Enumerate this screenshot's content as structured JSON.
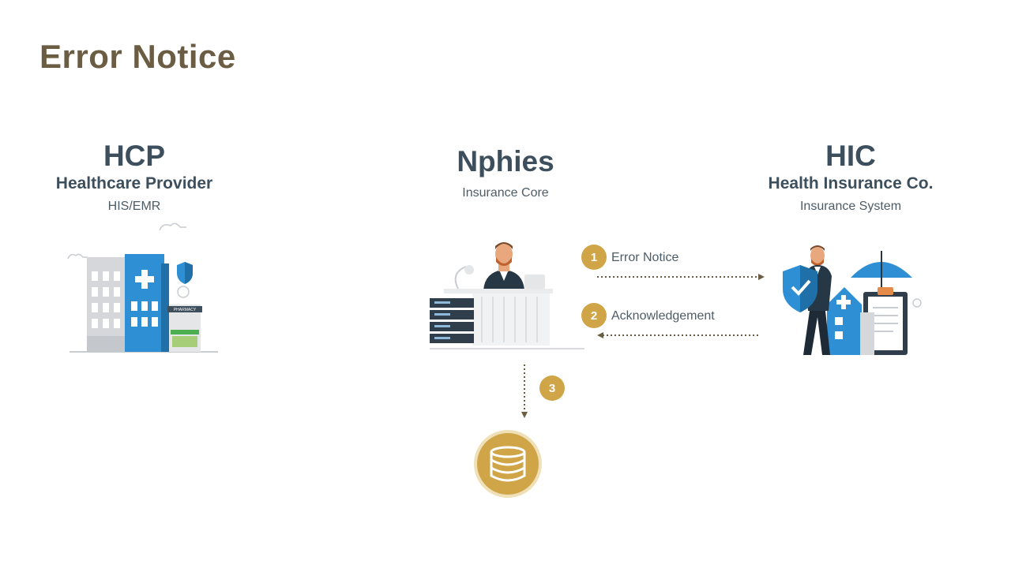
{
  "page": {
    "title": "Error Notice"
  },
  "hcp": {
    "acronym": "HCP",
    "name": "Healthcare Provider",
    "system": "HIS/EMR",
    "sign": "PHARMACY"
  },
  "nphies": {
    "name": "Nphies",
    "system": "Insurance Core"
  },
  "hic": {
    "acronym": "HIC",
    "name": "Health Insurance Co.",
    "system": "Insurance System"
  },
  "steps": [
    {
      "number": "1",
      "label": "Error Notice"
    },
    {
      "number": "2",
      "label": "Acknowledgement"
    },
    {
      "number": "3"
    }
  ],
  "colors": {
    "title": "#6b5d43",
    "accent": "#cfa548",
    "blue": "#2e8fd4",
    "text": "#3d4f5c"
  },
  "icons": [
    "hospital-icon",
    "operator-at-desk-icon",
    "insurance-agent-icon",
    "database-icon"
  ]
}
